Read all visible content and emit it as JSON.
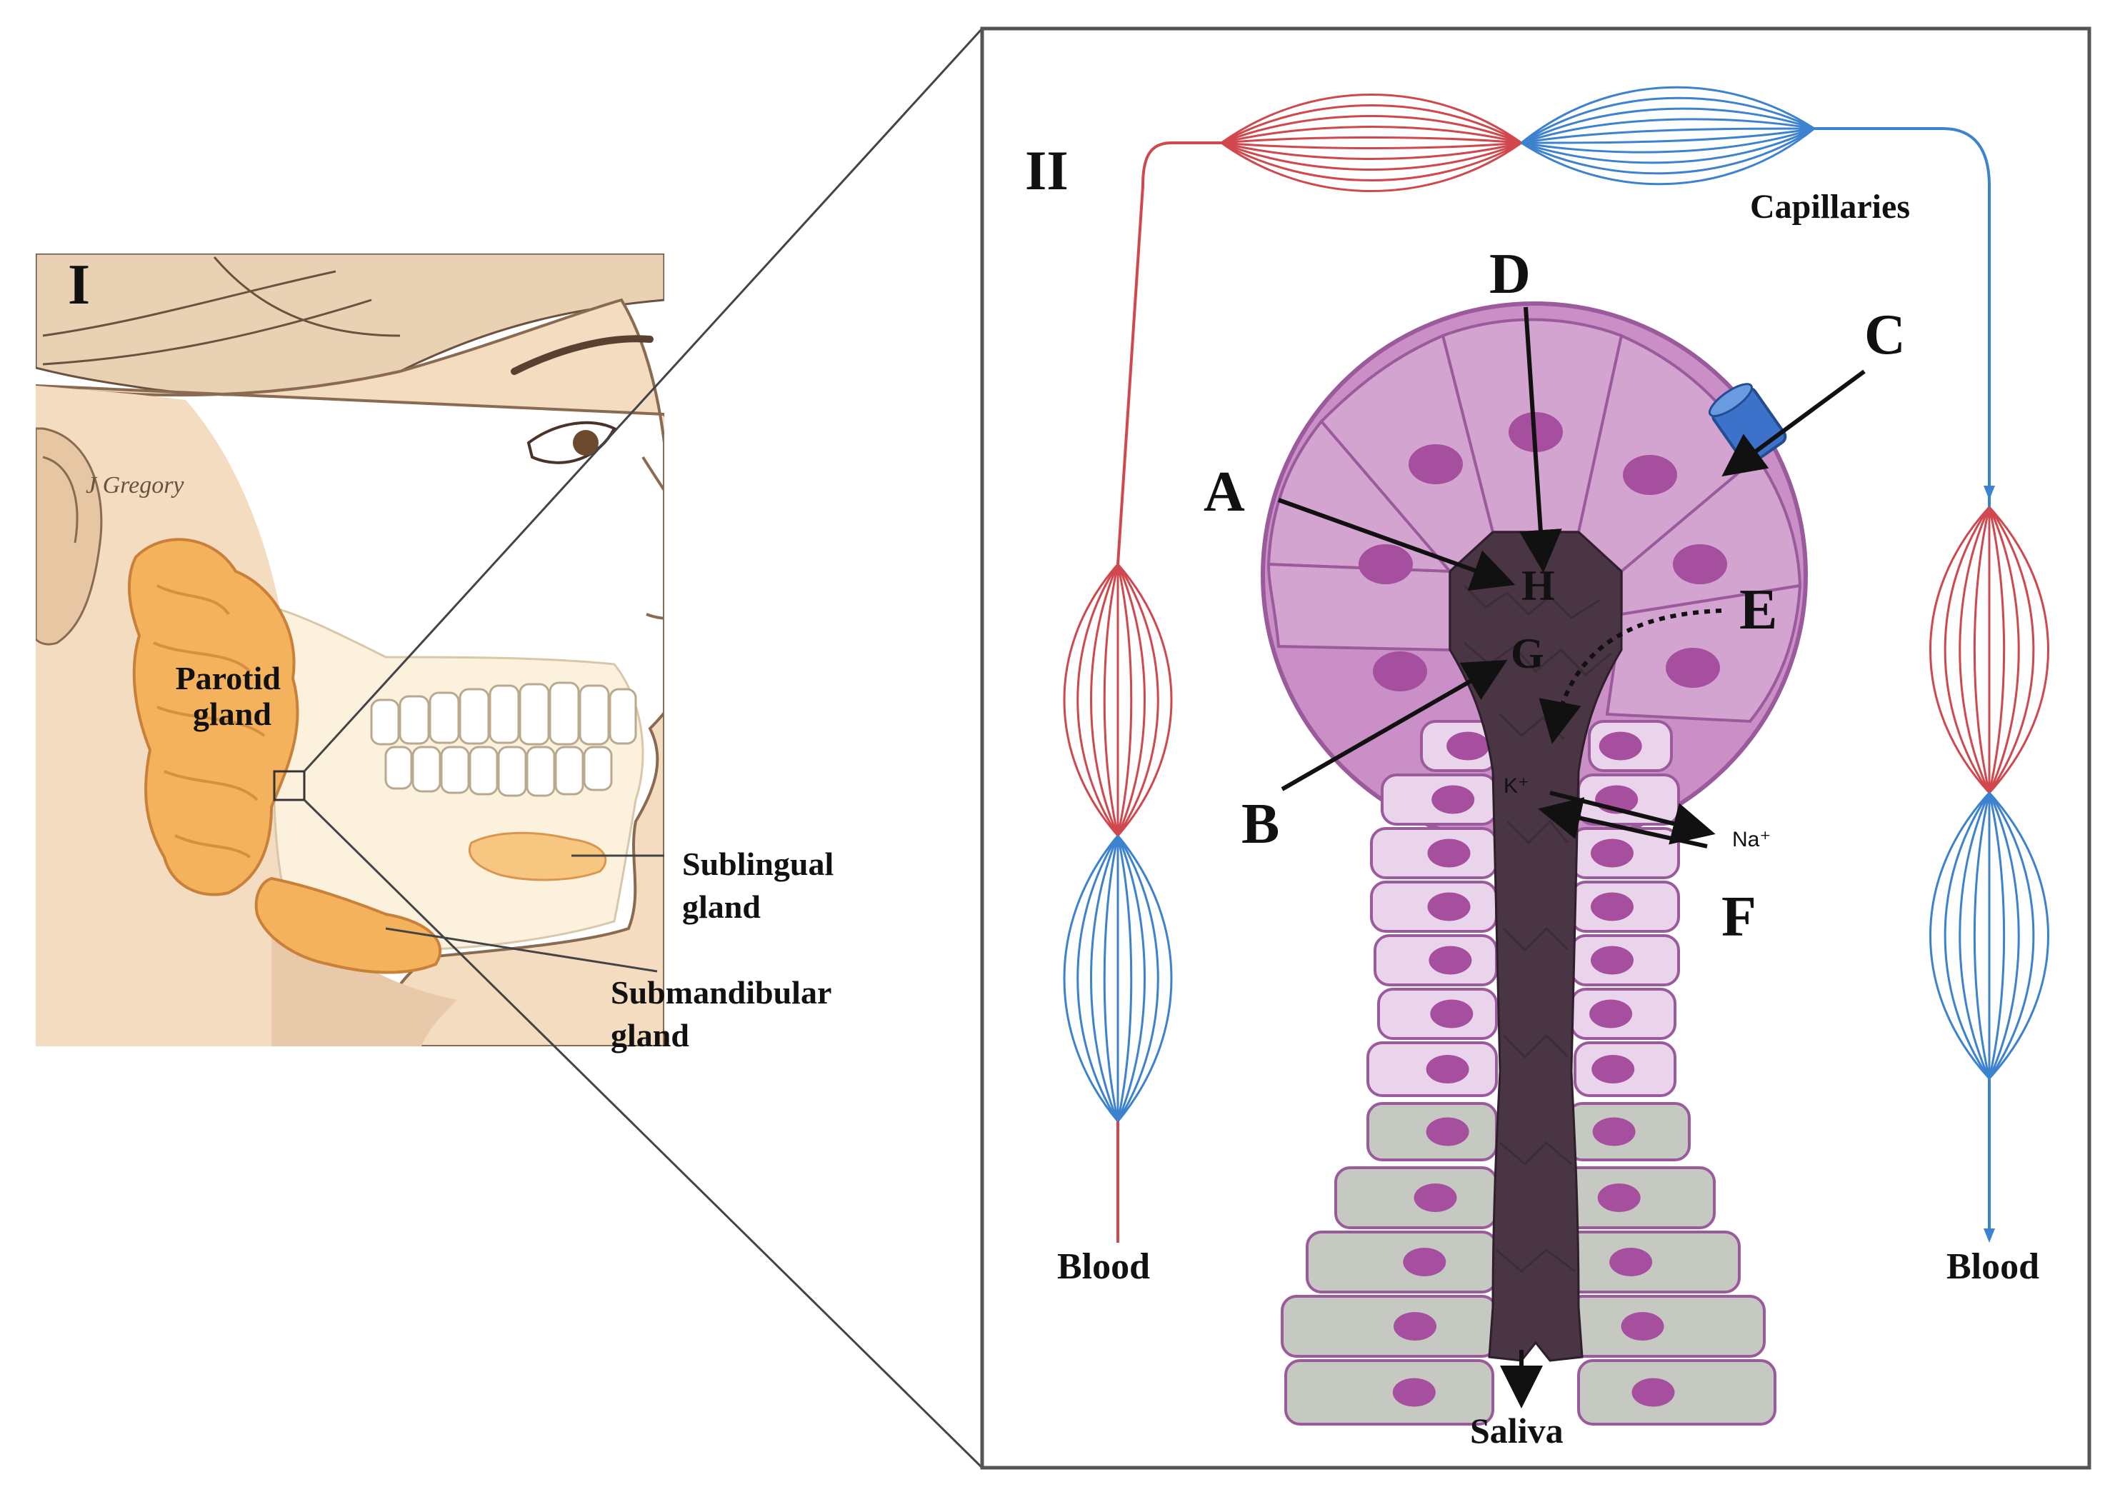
{
  "panels": {
    "left": {
      "label": "I"
    },
    "right": {
      "label": "II"
    }
  },
  "signature": "J Gregory",
  "glands": {
    "parotid": [
      "Parotid",
      "gland"
    ],
    "sublingual": [
      "Sublingual",
      "gland"
    ],
    "submandibular": [
      "Submandibular",
      "gland"
    ]
  },
  "labels": {
    "capillaries": "Capillaries",
    "blood_left": "Blood",
    "blood_right": "Blood",
    "saliva": "Saliva",
    "A": "A",
    "B": "B",
    "C": "C",
    "D": "D",
    "E": "E",
    "F": "F",
    "G": "G",
    "H": "H",
    "k": "K⁺",
    "na": "Na⁺"
  },
  "colors": {
    "skin": "#f3dcc0",
    "skin_shadow": "#d9b898",
    "gland": "#f4b25c",
    "acinar_cell": "#d4a4d0",
    "acinus_outline": "#9a5a9c",
    "nucleus": "#a64f9e",
    "lumen": "#4a3545",
    "duct_cell": "#ead4ec",
    "striated_cell": "#c5c9c2",
    "artery": "#d0484e",
    "vein": "#3d82cf",
    "channel": "#3c72c9"
  }
}
